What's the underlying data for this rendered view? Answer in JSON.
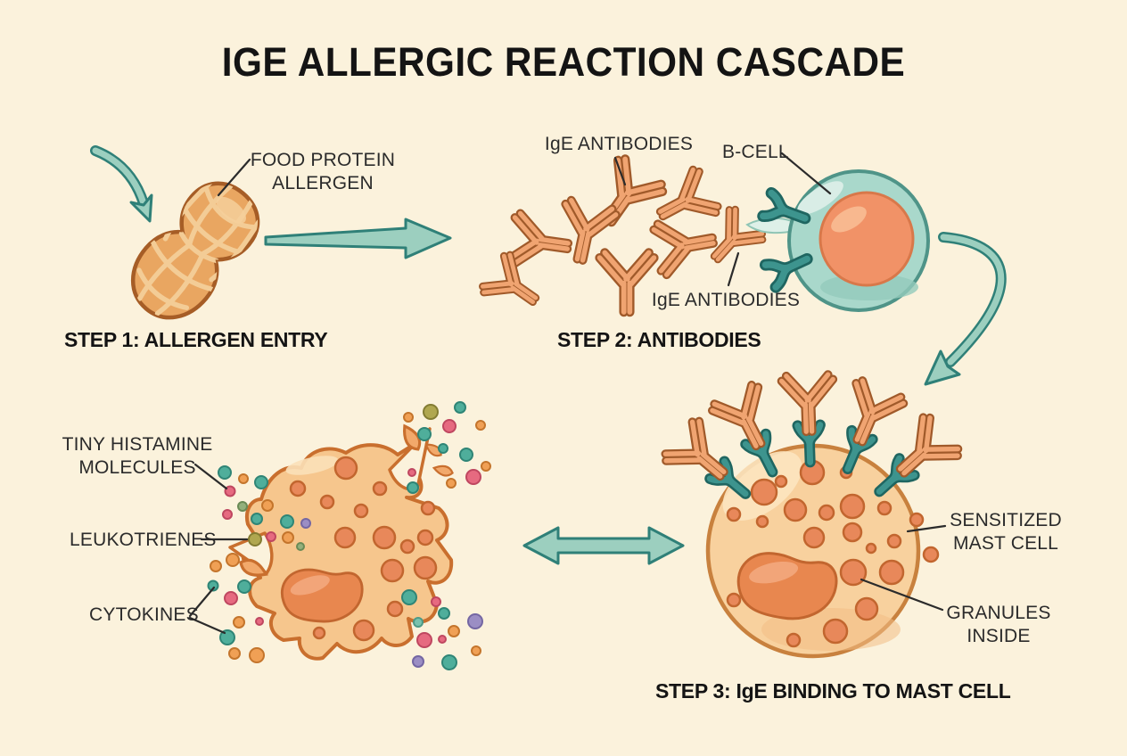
{
  "title": "IGE ALLERGIC REACTION CASCADE",
  "steps": {
    "step1": "STEP 1: ALLERGEN ENTRY",
    "step2": "STEP 2: ANTIBODIES",
    "step3": "STEP 3: IgE BINDING TO MAST CELL"
  },
  "labels": {
    "food_protein": {
      "line1": "FOOD PROTEIN",
      "line2": "ALLERGEN"
    },
    "ige_antibodies_top": "IgE ANTIBODIES",
    "b_cell": "B-CELL",
    "ige_antibodies_bottom": "IgE ANTIBODIES",
    "sensitized_mast_cell": {
      "line1": "SENSITIZED",
      "line2": "MAST CELL"
    },
    "granules_inside": {
      "line1": "GRANULES",
      "line2": "INSIDE"
    },
    "tiny_histamine": {
      "line1": "TINY HISTAMINE",
      "line2": "MOLECULES"
    },
    "leukotrienes": "LEUKOTRIENES",
    "cytokines": "CYTOKINES"
  },
  "palette": {
    "background": "#fbf2dc",
    "text": "#262626",
    "teal_arrow_fill": "#9ccfbf",
    "teal_arrow_outline": "#2f8078",
    "antibody_fill": "#f0a471",
    "antibody_outline": "#a05a2a",
    "b_cell_body": "#a9d8cb",
    "b_cell_outline": "#4f9488",
    "nucleus_orange": "#f19267",
    "mast_cell_fill": "#f8d19e",
    "mast_cell_outline": "#c8813e",
    "granule": "#e8885a",
    "receptor_teal": "#3d948e",
    "histamine_dot": "#e66a80",
    "leukotriene_dot": "#b0a74f",
    "cytokine_dot": "#4fae9b"
  },
  "figures": [
    "entry-arrow",
    "peanut-allergen",
    "ige-antibody-cluster",
    "b-cell",
    "b-cell-to-mast-cell-arrow",
    "sensitized-mast-cell",
    "degranulating-mast-cell",
    "released-molecule-dots",
    "bidirectional-arrow"
  ]
}
